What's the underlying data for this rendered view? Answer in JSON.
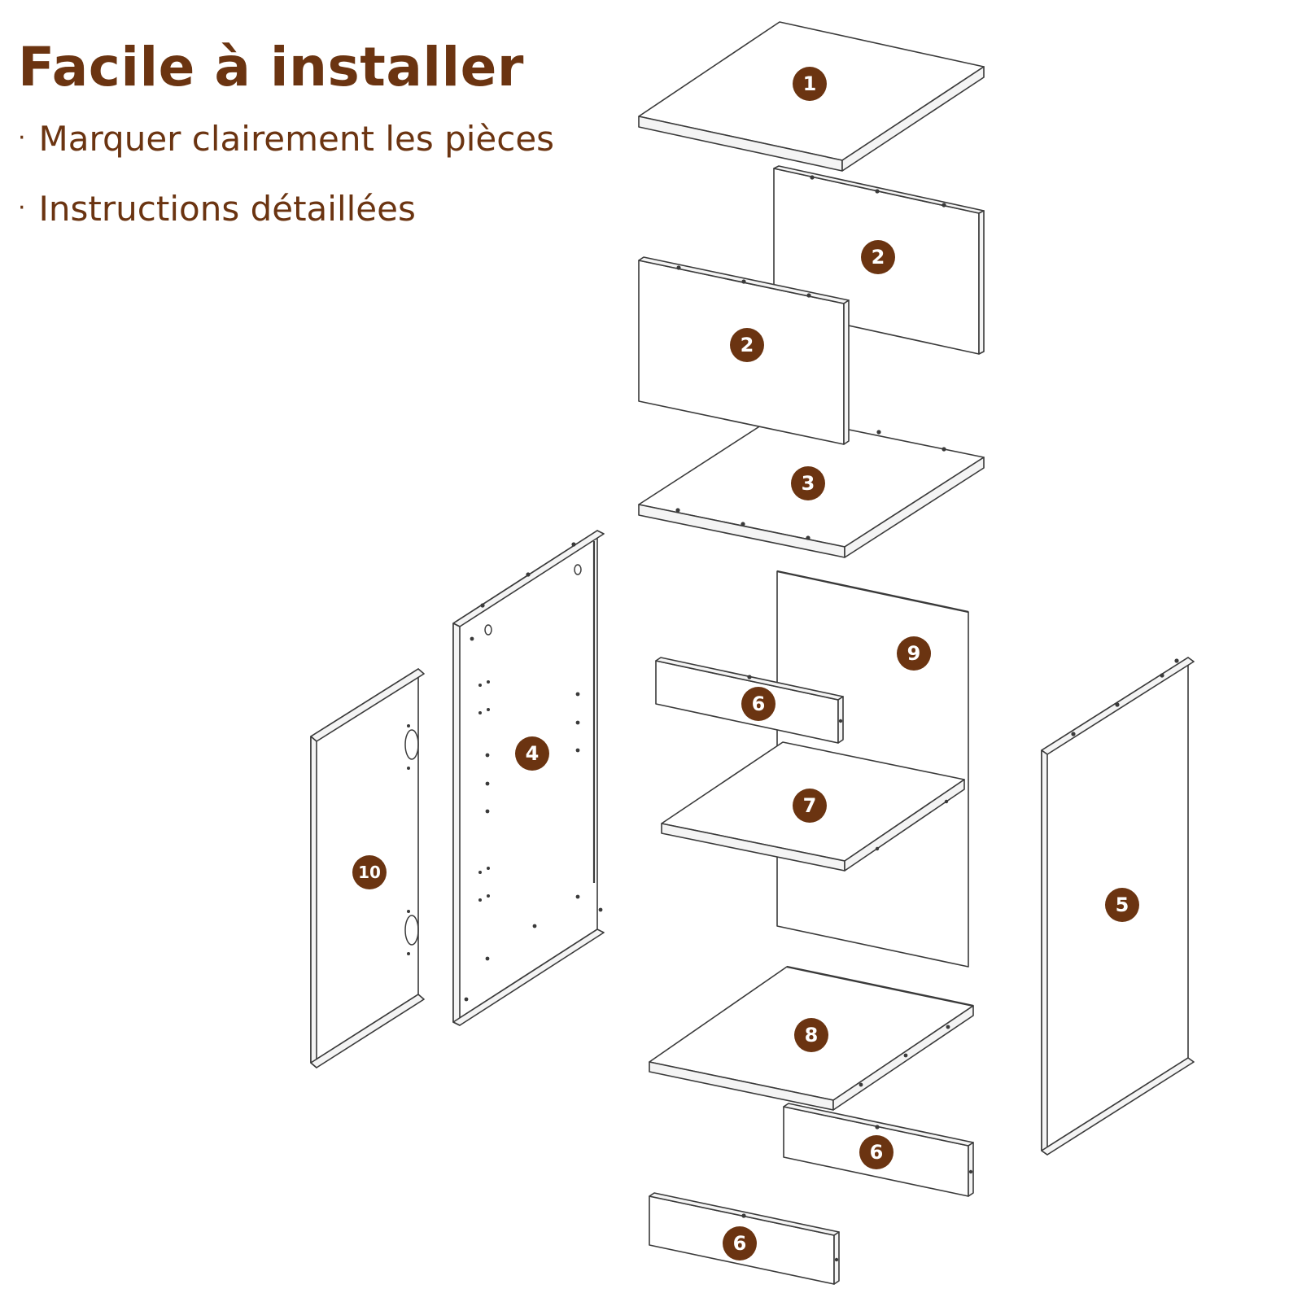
{
  "heading": "Facile à installer",
  "bullets": [
    {
      "marker": "·",
      "text": "Marquer clairement les pièces"
    },
    {
      "marker": "·",
      "text": "Instructions détaillées"
    }
  ],
  "colors": {
    "accent": "#6b3411",
    "line": "#3a3a3a"
  },
  "part_labels": {
    "top_panel": "1",
    "upper_back_panel": "2",
    "upper_front_panel": "2",
    "upper_shelf": "3",
    "left_side_panel": "4",
    "right_side_panel": "5",
    "rail_upper": "6",
    "rail_lower": "6",
    "rail_bottom": "6",
    "middle_shelf": "7",
    "bottom_shelf": "8",
    "back_panel": "9",
    "door_panel": "10"
  }
}
